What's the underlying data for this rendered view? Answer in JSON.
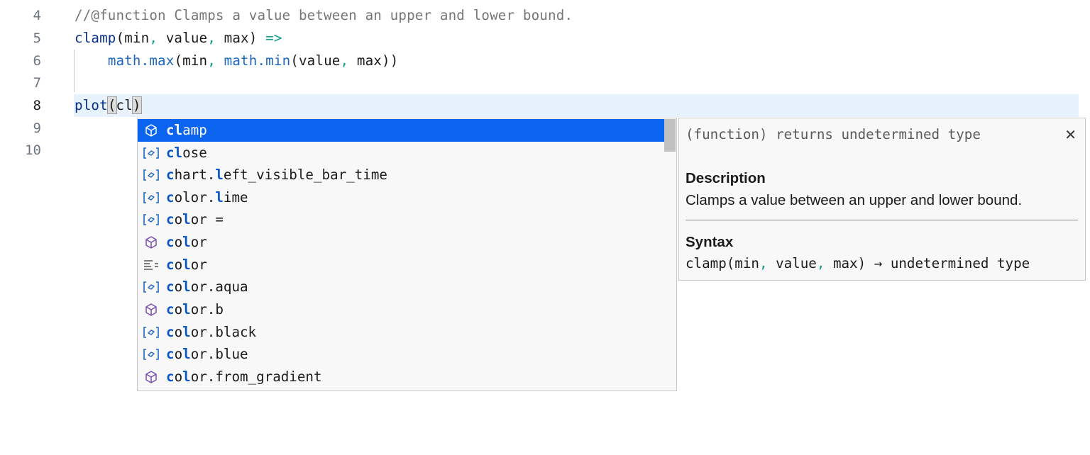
{
  "editor": {
    "line_numbers": [
      "4",
      "5",
      "6",
      "7",
      "8",
      "9",
      "10"
    ],
    "lines": {
      "l4_comment": "//@function Clamps a value between an upper and lower bound.",
      "l5": {
        "fn": "clamp",
        "open": "(min",
        "c1": ",",
        "value": " value",
        "c2": ",",
        "max": " max) ",
        "arrow": "=>"
      },
      "l6": {
        "indent": "    ",
        "ns1": "math.max",
        "a": "(min",
        "c1": ",",
        "b": " ",
        "ns2": "math.min",
        "c": "(value",
        "c2": ",",
        "d": " max))"
      },
      "l8": {
        "fn": "plot",
        "paren": "(",
        "typed": "cl",
        "close": ")"
      }
    }
  },
  "suggestions": [
    {
      "icon": "function-cube-icon",
      "hl": "cl",
      "rest": "amp",
      "prefix": "",
      "selected": true
    },
    {
      "icon": "variable-icon",
      "hl": "cl",
      "rest": "ose",
      "prefix": ""
    },
    {
      "icon": "variable-icon",
      "prefix": "",
      "pre_hl": "chart.",
      "hl": "l",
      "rest": "eft_visible_bar_time",
      "c_hl": "c"
    },
    {
      "icon": "variable-icon",
      "prefix": "c",
      "mid": "o",
      "hl2": "l",
      "rest": "or.",
      "hl": "l",
      "rest2": "ime"
    },
    {
      "icon": "variable-icon",
      "label": "color ="
    },
    {
      "icon": "function-cube-icon",
      "label": "color"
    },
    {
      "icon": "namespace-icon",
      "label": "color"
    },
    {
      "icon": "variable-icon",
      "label": "color.aqua"
    },
    {
      "icon": "function-cube-icon",
      "label": "color.b"
    },
    {
      "icon": "variable-icon",
      "label": "color.black"
    },
    {
      "icon": "variable-icon",
      "label": "color.blue"
    },
    {
      "icon": "function-cube-icon",
      "label": "color.from_gradient"
    }
  ],
  "details": {
    "signature": "(function) returns undetermined type",
    "close_label": "✕",
    "description_heading": "Description",
    "description_text": "Clamps a value between an upper and lower bound.",
    "syntax_heading": "Syntax",
    "syntax": {
      "a": "clamp(min",
      "c1": ",",
      "b": " value",
      "c2": ",",
      "d": " max) → undetermined type"
    }
  },
  "colors": {
    "selection": "#0a64f0",
    "current_line": "#e8f2fc",
    "function_name": "#0b2f8f",
    "namespace": "#1f67c2",
    "operator": "#0f9f88",
    "comment": "#767676"
  }
}
